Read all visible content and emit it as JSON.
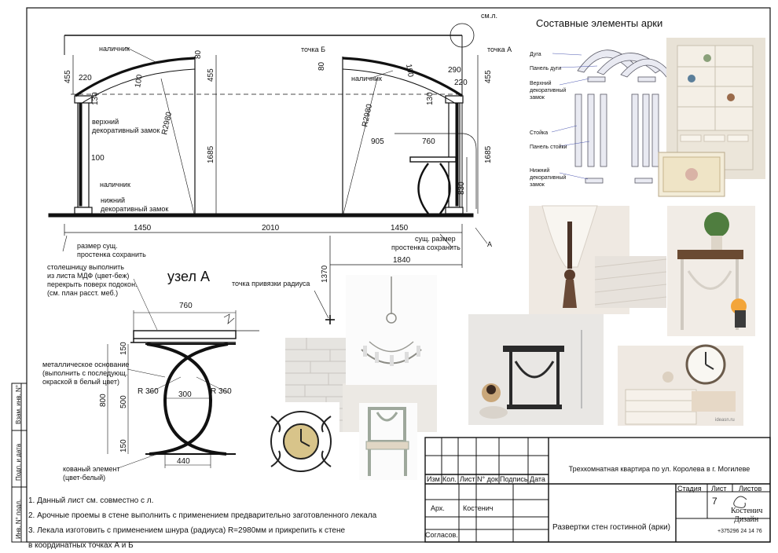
{
  "elevation": {
    "point_sm": "см.л.",
    "label_nalichnik_1": "наличник",
    "label_nalichnik_2": "наличник",
    "label_nalichnik_3": "наличник",
    "label_upper_lock": [
      "верхний",
      "декоративный замок"
    ],
    "label_lower_lock": [
      "нижний",
      "декоративный замок"
    ],
    "point_b": "точка Б",
    "point_a": "точка А",
    "marker_a": "А",
    "radius_left": "R2980",
    "radius_right": "R2980",
    "dims": {
      "d455a": "455",
      "d220a": "220",
      "d100a": "100",
      "d80a": "80",
      "d455b": "455",
      "d130a": "130",
      "d1685a": "1685",
      "d100b": "100",
      "d80b": "80",
      "d100c": "100",
      "d290": "290",
      "d220b": "220",
      "d455c": "455",
      "d130b": "130",
      "d905": "905",
      "d760a": "760",
      "d830": "830",
      "d1685b": "1685",
      "d1450a": "1450",
      "d2010": "2010",
      "d1450b": "1450",
      "d1840": "1840",
      "d1370": "1370"
    },
    "note_left": [
      "размер сущ.",
      "простенка сохранить"
    ],
    "note_right": [
      "сущ. размер",
      "простенка сохранить"
    ],
    "radius_point": "точка привязки радиуса"
  },
  "node": {
    "title": "узел А",
    "note_top": [
      "столешницу выполнить",
      "из листа МДФ  (цвет-беж)",
      "перекрыть поверх подокон.",
      "(см. план расст. меб.)"
    ],
    "note_base": [
      "металлическое основание",
      "(выполнить с последующ.",
      " окраской в белый цвет)"
    ],
    "note_forged": [
      "кованый элемент",
      "(цвет-белый)"
    ],
    "dims": {
      "d760": "760",
      "d150a": "150",
      "d500": "500",
      "d800": "800",
      "d150b": "150",
      "d300": "300",
      "r360a": "R 360",
      "r360b": "R 360",
      "d440": "440"
    }
  },
  "arch_parts": {
    "title": "Составные элементы арки",
    "labels": [
      "Дуга",
      "Панель дуги",
      "Верхний",
      "декоративный",
      "замок",
      "Стойка",
      "Панель стойки",
      "Нижний",
      "декоративный",
      "замок"
    ]
  },
  "side_strip": [
    "Взам. инв. N°",
    "Подп. и дата",
    "Инв. N° подл."
  ],
  "notes": [
    "1. Данный лист см. совместно с л.",
    "2. Арочные проемы в стене выполнить с применением предварительно заготовленного лекала",
    "3. Лекала изготовить с применением шнура (радиуса) R=2980мм и прикрепить к стене",
    "в координатных точках А и Б"
  ],
  "title_block": {
    "project": "Трехкомнатная квартира по ул. Королева в г. Могилеве",
    "headers": [
      "Изм",
      "Кол.",
      "Лист",
      "N° док.",
      "Подпись",
      "Дата"
    ],
    "row_arch_label": "Арх.",
    "row_arch_name": "Костенич",
    "row_agreed": "Согласов.",
    "stage_label": "Стадия",
    "sheet_label": "Лист",
    "sheets_label": "Листов",
    "sheet_number": "7",
    "sheet_title": "Развертки стен гостинной (арки)",
    "brand_line1": "Костенич",
    "brand_line2": "Дизайн",
    "phone": "+375296 24 14 76"
  },
  "photo_watermark": "ideasn.ru"
}
